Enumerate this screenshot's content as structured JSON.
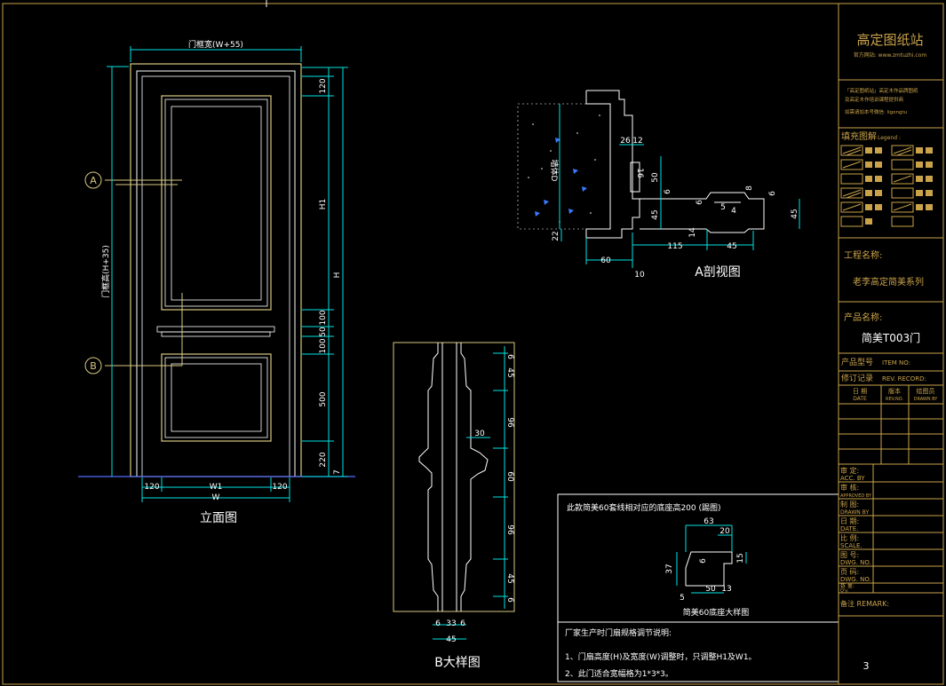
{
  "titleblock": {
    "brand": "高定图纸站",
    "website": "官方网站: www.zmtuzhi.com",
    "notice_line1": "「高定图纸站」高定木作品牌图纸",
    "notice_line2": "及高定木作培训课程提供商",
    "notice_line3": "如需请加本号微信: ligongtu",
    "legend_title": "填充图解",
    "legend_sub": "Legend :",
    "project_label": "工程名称:",
    "project_value": "老李高定简美系列",
    "product_label": "产品名称:",
    "product_value": "简美T003门",
    "item_label": "产品型号",
    "item_en": "ITEM NO:",
    "rev_label": "修订记录",
    "rev_en": "REV. RECORD:",
    "date_cn": "日 期",
    "date_en": "DATE",
    "ver_cn": "版本",
    "ver_en": "REV.NO.",
    "drawn_cn": "绘图员",
    "drawn_en": "DRAWN BY",
    "acc_cn": "审 定:",
    "acc_en": "ACC. BY",
    "appr_cn": "审 核:",
    "appr_en": "APPROVED BY",
    "draw_cn": "制 图:",
    "draw_en": "DRAWN BY",
    "d2_cn": "日 期:",
    "d2_en": "DATE.",
    "scale_cn": "比 例:",
    "scale_en": "SCALE.",
    "dwg_cn": "图 号:",
    "dwg_en": "DWG. NO.",
    "dwg2_cn": "页 码:",
    "dwg2_en": "DWG. NO.",
    "qty_cn": "数 量:",
    "qty_en": "Q'y.",
    "remark": "备注 REMARK:",
    "page": "3"
  },
  "elevation": {
    "title": "立面图",
    "top_dim": "门框宽(W+55)",
    "left_dim": "门框高(H+35)",
    "marker_a": "A",
    "marker_b": "B",
    "bottom_120a": "120",
    "bottom_w1": "W1",
    "bottom_120b": "120",
    "bottom_w": "W",
    "right_120": "120",
    "right_h1": "H1",
    "right_100": "100",
    "right_50": "50",
    "right_100b": "100",
    "right_500": "500",
    "right_220": "220",
    "right_h": "H",
    "right_7": "7"
  },
  "section_a": {
    "title": "A剖视图",
    "wall": "墙体D",
    "d_12": "12",
    "d_26": "26",
    "d_16": "16",
    "d_50": "50",
    "d_6": "6",
    "d_45": "45",
    "d_6b": "6",
    "d_5": "5",
    "d_4": "4",
    "d_8": "8",
    "d_6c": "6",
    "d_45b": "45",
    "d_22": "22",
    "d_14": "14",
    "d_115": "115",
    "d_45c": "45",
    "d_60": "60",
    "d_10": "10"
  },
  "detail_b": {
    "title": "B大样图",
    "r_6a": "6",
    "r_45a": "45",
    "r_96a": "96",
    "r_60": "60",
    "r_96b": "96",
    "r_45b": "45",
    "r_6b": "6",
    "m_30": "30",
    "b_33": "33",
    "b_6a": "6",
    "b_6b": "6",
    "b_45": "45"
  },
  "note": {
    "header": "此款简美60套线相对应的底座高200 (踢图)",
    "d_63": "63",
    "d_20": "20",
    "d_37": "37",
    "d_6": "6",
    "d_15": "15",
    "d_5": "5",
    "d_50": "50",
    "d_13": "13",
    "caption": "简美60底座大样图",
    "factory": "厂家生产时门扇规格调节说明:",
    "item1": "1、门扇高度(H)及宽度(W)调整时，只调整H1及W1。",
    "item2": "2、此门适合宽幅格为1*3*3。"
  }
}
